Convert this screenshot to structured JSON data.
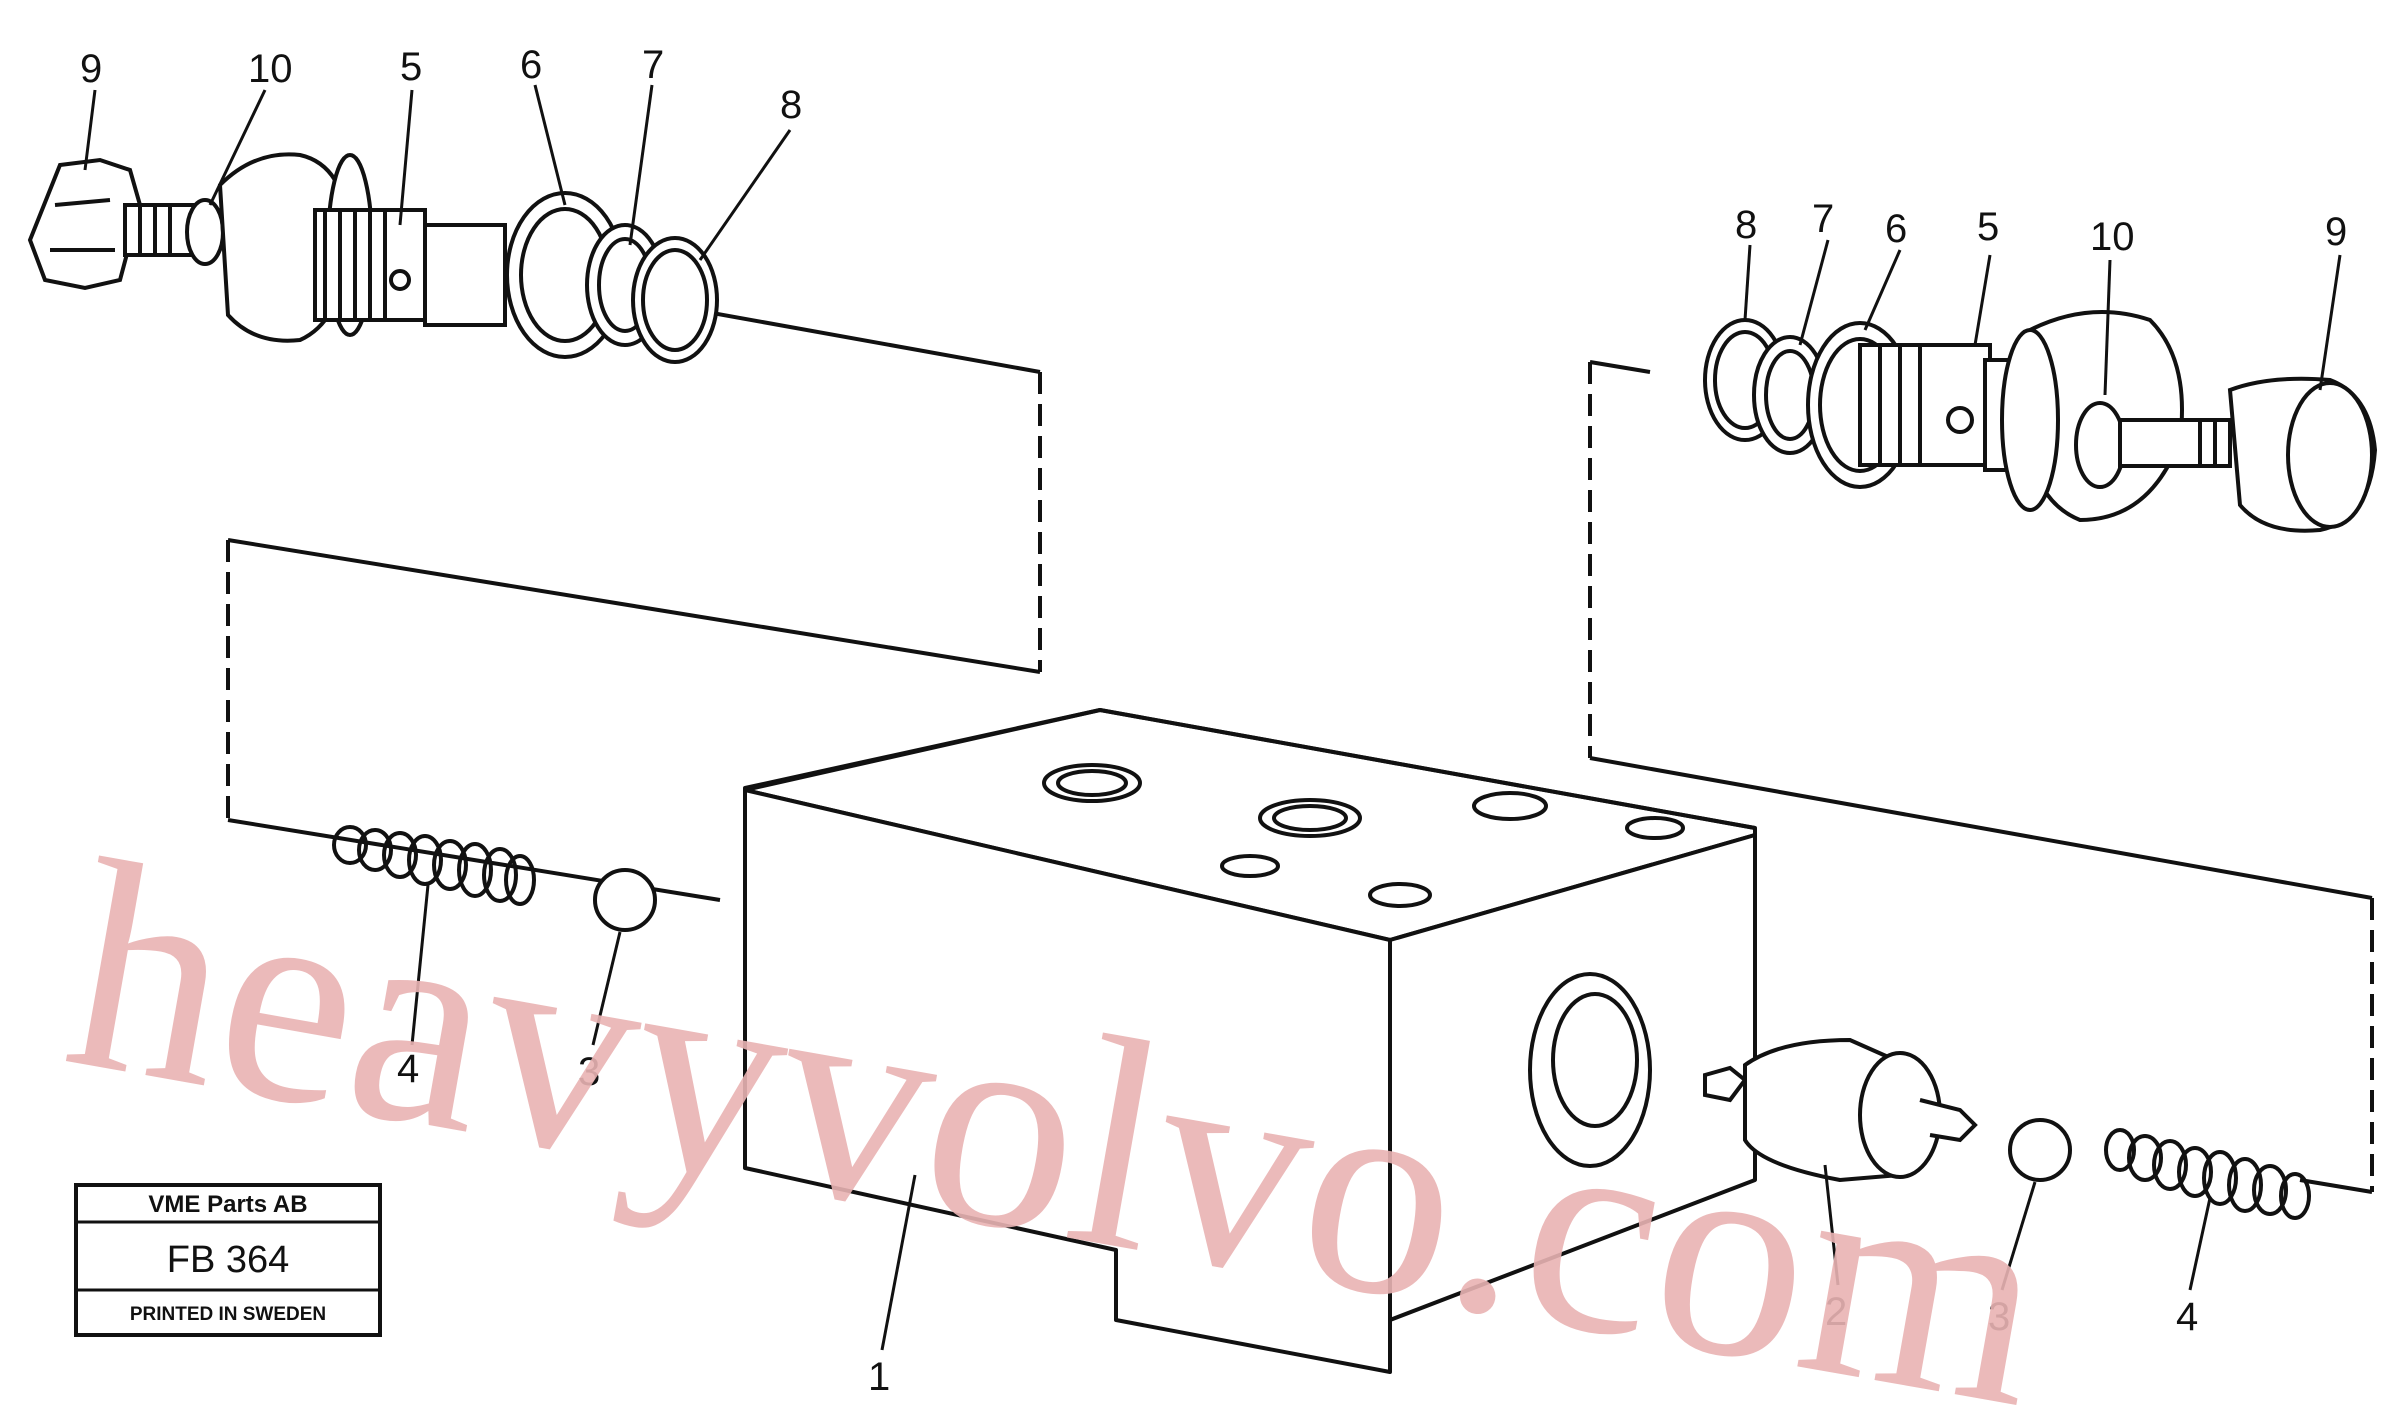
{
  "callouts": {
    "l9": "9",
    "l10": "10",
    "l5": "5",
    "l6": "6",
    "l7": "7",
    "l8": "8",
    "r8": "8",
    "r7": "7",
    "r6": "6",
    "r5": "5",
    "r10": "10",
    "r9": "9",
    "l4": "4",
    "l3": "3",
    "b1": "1",
    "b2": "2",
    "r3": "3",
    "r4": "4"
  },
  "title_box": {
    "company": "VME Parts AB",
    "code": "FB 364",
    "printed": "PRINTED IN SWEDEN"
  },
  "watermark": "heavyvolvo.com",
  "colors": {
    "line": "#111111",
    "watermark": "#e9b3b3"
  }
}
